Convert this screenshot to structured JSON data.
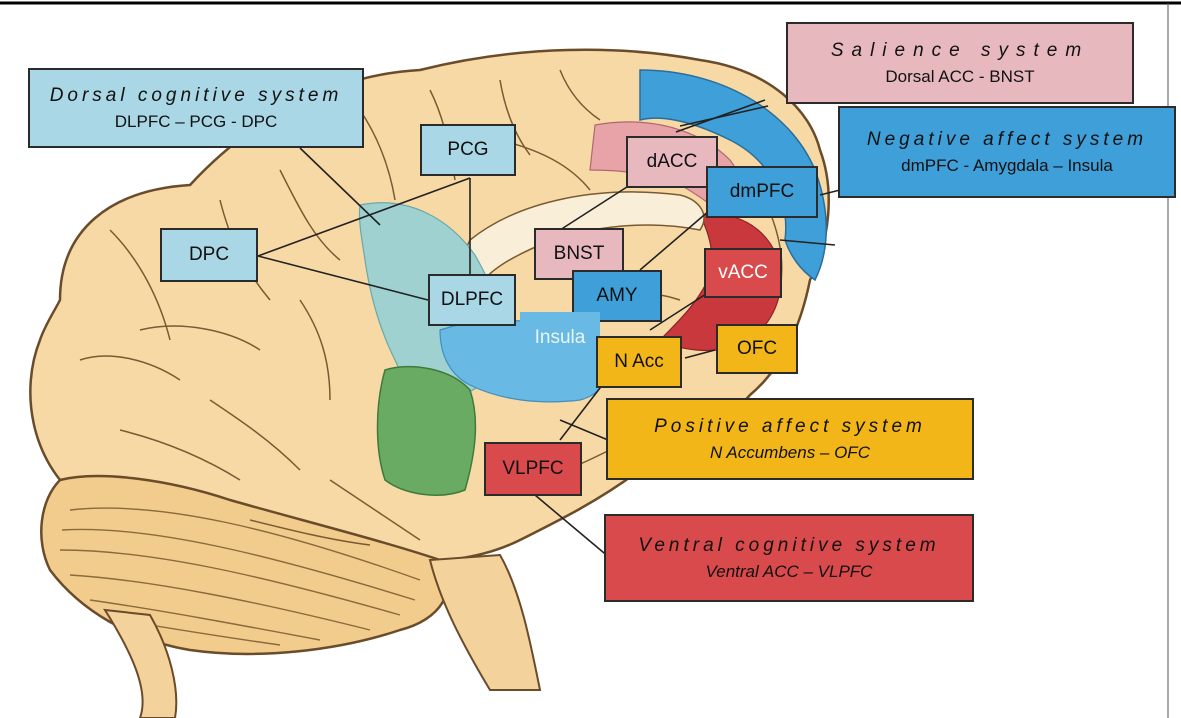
{
  "systems": {
    "dorsal": {
      "title": "Dorsal cognitive system",
      "subtitle": "DLPFC – PCG - DPC"
    },
    "salience": {
      "title": "Salience system",
      "subtitle": "Dorsal ACC - BNST"
    },
    "negative": {
      "title": "Negative affect system",
      "subtitle": "dmPFC  -  Amygdala  –  Insula"
    },
    "positive": {
      "title": "Positive affect system",
      "subtitle": "N Accumbens – OFC"
    },
    "ventral": {
      "title": "Ventral cognitive system",
      "subtitle": "Ventral ACC – VLPFC"
    }
  },
  "regions": {
    "pcg": "PCG",
    "dpc": "DPC",
    "dlpfc": "DLPFC",
    "dacc": "dACC",
    "dmpfc": "dmPFC",
    "bnst": "BNST",
    "amy": "AMY",
    "vacc": "vACC",
    "insula": "Insula",
    "nacc": "N Acc",
    "ofc": "OFC",
    "vlpfc": "VLPFC"
  },
  "colors": {
    "dorsal": "#a9d7e6",
    "salience": "#e7b9bf",
    "negative": "#3f9fd8",
    "positive": "#f3b619",
    "ventral": "#d84a4c",
    "brain": "#f7d9a6",
    "cerebellum": "#f1cc8c",
    "dorsal_area": "#9fd1d1",
    "green_area": "#6aab63"
  }
}
